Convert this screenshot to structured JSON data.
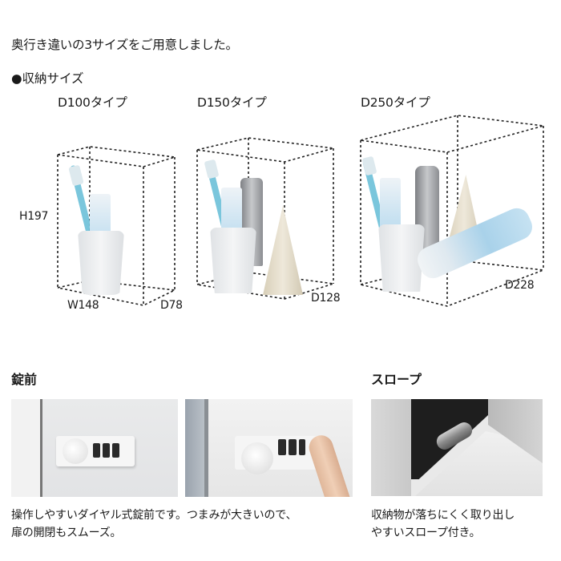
{
  "intro": "奥行き違いの3サイズをご用意しました。",
  "storage_heading": "●収納サイズ",
  "types": [
    {
      "label": "D100タイプ",
      "dims": {
        "height": "H197",
        "width": "W148",
        "depth": "D78"
      }
    },
    {
      "label": "D150タイプ",
      "dims": {
        "depth": "D128"
      }
    },
    {
      "label": "D250タイプ",
      "dims": {
        "depth": "D228"
      }
    }
  ],
  "lock_section": {
    "title": "錠前",
    "caption_line1": "操作しやすいダイヤル式錠前です。つまみが大きいので、",
    "caption_line2": "扉の開閉もスムーズ。"
  },
  "slope_section": {
    "title": "スロープ",
    "caption_line1": "収納物が落ちにくく取り出し",
    "caption_line2": "やすいスロープ付き。"
  },
  "colors": {
    "text": "#1a1a1a",
    "dashed_line": "#222222",
    "toothbrush": "#6cc0d8",
    "cup": "#eef0f2",
    "metal": "#9a9ca0",
    "pouch": "#e8e2d2",
    "spray_blue": "#a9d2ea",
    "door_panel": "#ececec",
    "slope_dark": "#1e1e1e"
  }
}
